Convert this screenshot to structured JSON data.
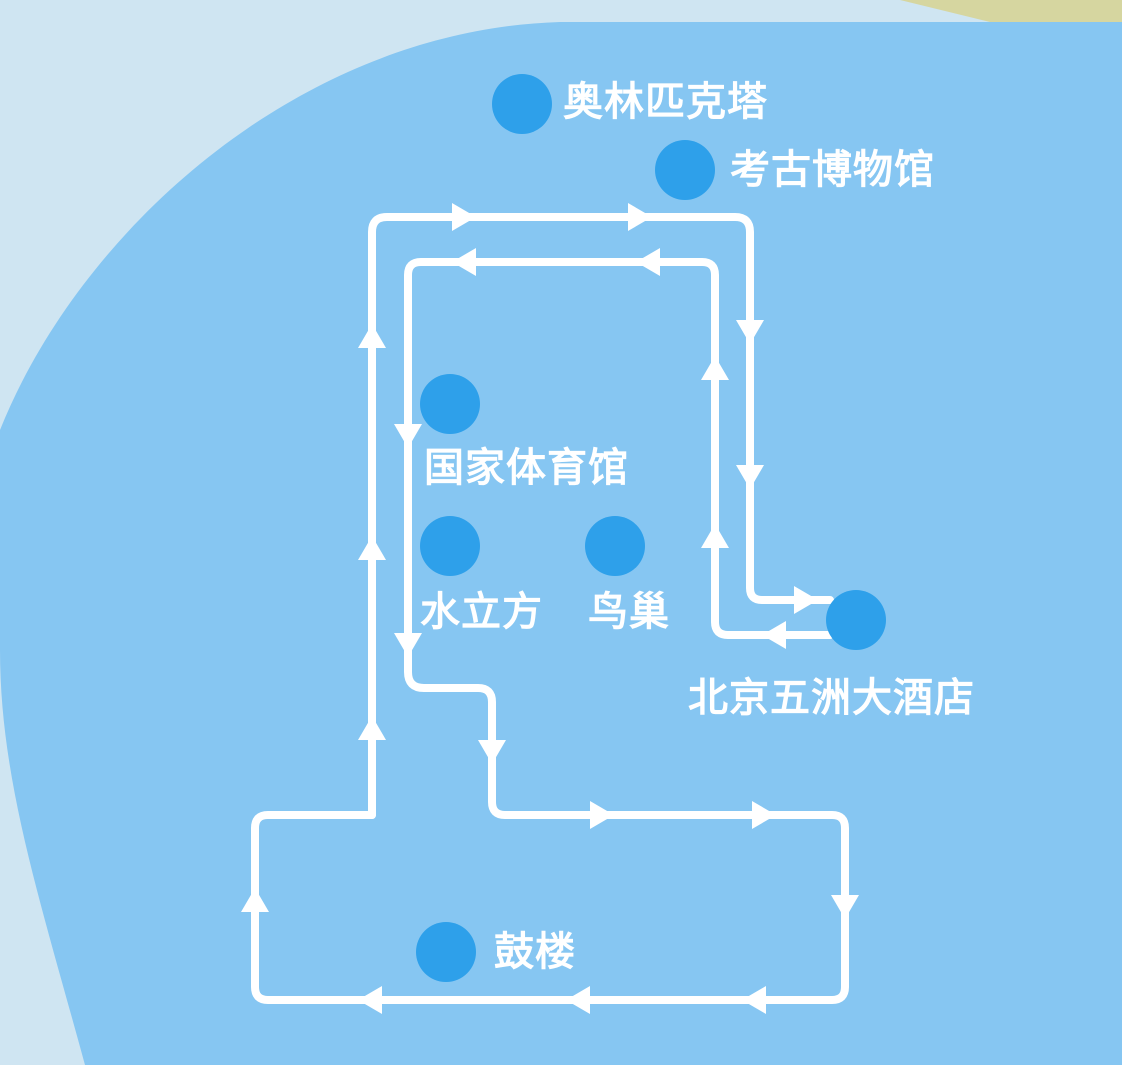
{
  "map": {
    "stations": [
      {
        "name": "奥林匹克塔"
      },
      {
        "name": "考古博物馆"
      },
      {
        "name": "国家体育馆"
      },
      {
        "name": "水立方"
      },
      {
        "name": "鸟巢"
      },
      {
        "name": "北京五洲大酒店"
      },
      {
        "name": "鼓楼"
      }
    ],
    "colors": {
      "background": "#cfe5f2",
      "region": "#86c6f2",
      "station": "#2ea0ea",
      "route": "#ffffff",
      "corner": "#d6d6a0"
    }
  }
}
